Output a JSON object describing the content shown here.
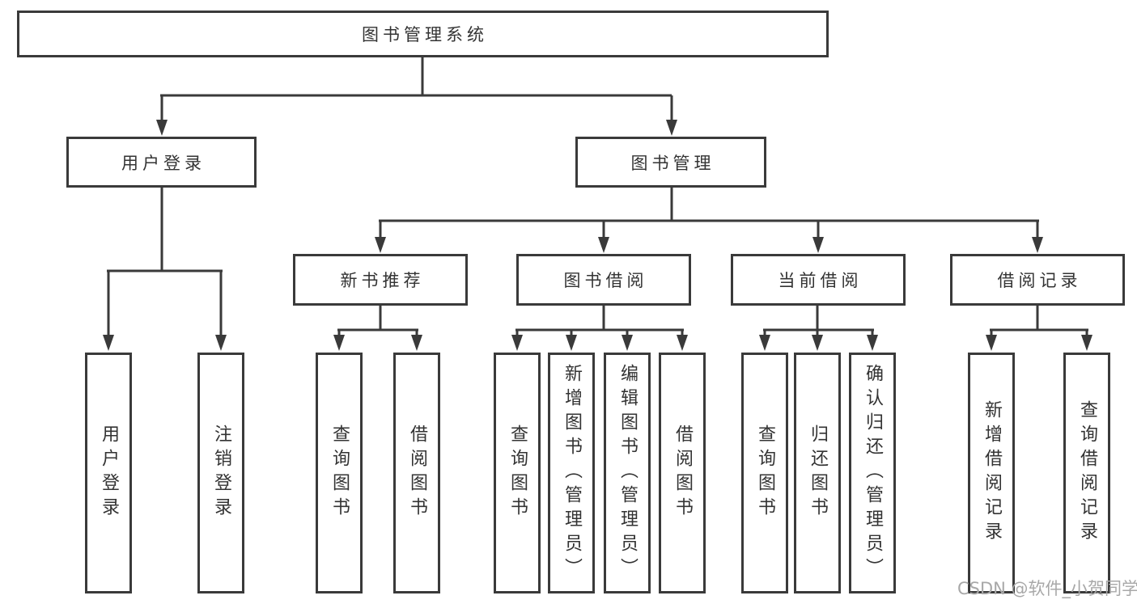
{
  "diagram_title": "图书管理系统",
  "tree": {
    "label": "图书管理系统",
    "children": [
      {
        "label": "用户登录",
        "children": [
          {
            "label": "用户登录"
          },
          {
            "label": "注销登录"
          }
        ]
      },
      {
        "label": "图书管理",
        "children": [
          {
            "label": "新书推荐",
            "children": [
              {
                "label": "查询图书"
              },
              {
                "label": "借阅图书"
              }
            ]
          },
          {
            "label": "图书借阅",
            "children": [
              {
                "label": "查询图书"
              },
              {
                "label": "新增图书（管理员）"
              },
              {
                "label": "编辑图书（管理员）"
              },
              {
                "label": "借阅图书"
              }
            ]
          },
          {
            "label": "当前借阅",
            "children": [
              {
                "label": "查询图书"
              },
              {
                "label": "归还图书"
              },
              {
                "label": "确认归还（管理员）"
              }
            ]
          },
          {
            "label": "借阅记录",
            "children": [
              {
                "label": "新增借阅记录"
              },
              {
                "label": "查询借阅记录"
              }
            ]
          }
        ]
      }
    ]
  },
  "watermark": {
    "text": "CSDN @软件_小贺同学"
  },
  "colors": {
    "line": "#3a3a3a",
    "text": "#333333",
    "watermark": "#a8a8a8",
    "background": "#ffffff"
  }
}
